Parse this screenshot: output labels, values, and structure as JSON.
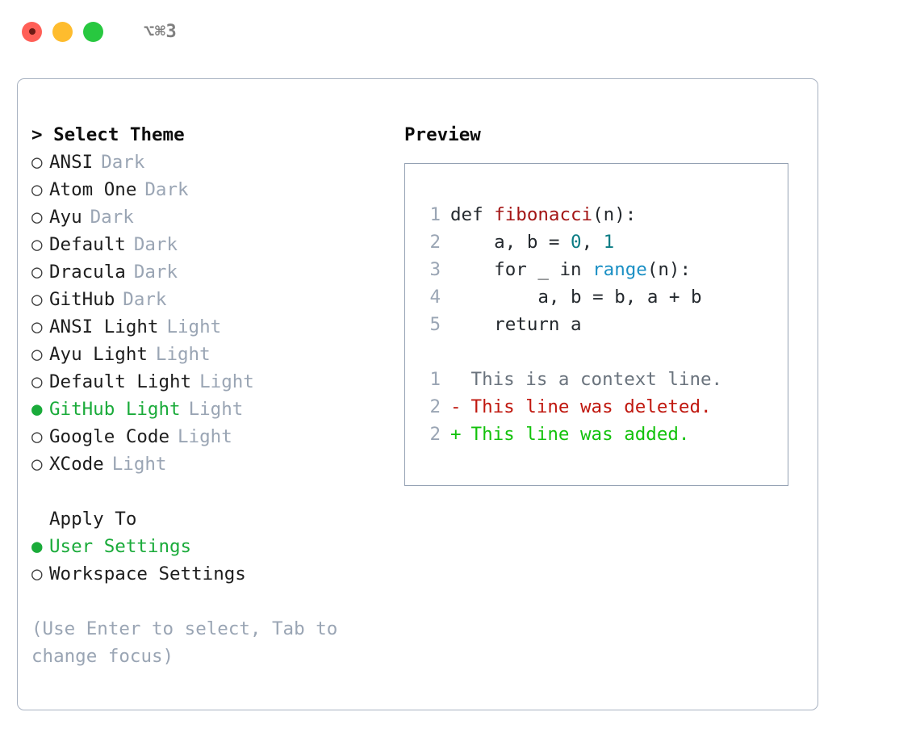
{
  "titlebar": {
    "shortcut": "⌥⌘3",
    "lights": [
      {
        "name": "close",
        "color": "#ff5f57"
      },
      {
        "name": "minimize",
        "color": "#febc2e"
      },
      {
        "name": "zoom",
        "color": "#28c840"
      }
    ]
  },
  "theme_list": {
    "header": "> Select Theme",
    "selected": "GitHub Light",
    "selected_marker": "●",
    "unselected_marker": "○",
    "items": [
      {
        "marker": "○",
        "name": "ANSI",
        "variant": "Dark",
        "selected": false
      },
      {
        "marker": "○",
        "name": "Atom One",
        "variant": "Dark",
        "selected": false
      },
      {
        "marker": "○",
        "name": "Ayu",
        "variant": "Dark",
        "selected": false
      },
      {
        "marker": "○",
        "name": "Default",
        "variant": "Dark",
        "selected": false
      },
      {
        "marker": "○",
        "name": "Dracula",
        "variant": "Dark",
        "selected": false
      },
      {
        "marker": "○",
        "name": "GitHub",
        "variant": "Dark",
        "selected": false
      },
      {
        "marker": "○",
        "name": "ANSI Light",
        "variant": "Light",
        "selected": false
      },
      {
        "marker": "○",
        "name": "Ayu Light",
        "variant": "Light",
        "selected": false
      },
      {
        "marker": "○",
        "name": "Default Light",
        "variant": "Light",
        "selected": false
      },
      {
        "marker": "●",
        "name": "GitHub Light",
        "variant": "Light",
        "selected": true
      },
      {
        "marker": "○",
        "name": "Google Code",
        "variant": "Light",
        "selected": false
      },
      {
        "marker": "○",
        "name": "XCode",
        "variant": "Light",
        "selected": false
      }
    ]
  },
  "apply_to": {
    "header": "Apply To",
    "selected": "User Settings",
    "items": [
      {
        "marker": "●",
        "label": "User Settings",
        "selected": true
      },
      {
        "marker": "○",
        "label": "Workspace Settings",
        "selected": false
      }
    ]
  },
  "hint": "(Use Enter to select, Tab to change focus)",
  "preview": {
    "header": "Preview",
    "code_lines": [
      {
        "no": "1",
        "tokens": [
          {
            "t": "def ",
            "c": "code-text"
          },
          {
            "t": "fibonacci",
            "c": "tok-fn"
          },
          {
            "t": "(n):",
            "c": "code-text"
          }
        ]
      },
      {
        "no": "2",
        "tokens": [
          {
            "t": "    a, b = ",
            "c": "code-text"
          },
          {
            "t": "0",
            "c": "tok-num"
          },
          {
            "t": ", ",
            "c": "code-text"
          },
          {
            "t": "1",
            "c": "tok-num"
          }
        ]
      },
      {
        "no": "3",
        "tokens": [
          {
            "t": "    for _ in ",
            "c": "code-text"
          },
          {
            "t": "range",
            "c": "tok-call"
          },
          {
            "t": "(n):",
            "c": "code-text"
          }
        ]
      },
      {
        "no": "4",
        "tokens": [
          {
            "t": "        a, b = b, a + b",
            "c": "code-text"
          }
        ]
      },
      {
        "no": "5",
        "tokens": [
          {
            "t": "    return a",
            "c": "code-text"
          }
        ]
      }
    ],
    "diff_lines": [
      {
        "no": "1",
        "sign": " ",
        "text": " This is a context line.",
        "kind": "diff-ctx"
      },
      {
        "no": "2",
        "sign": "-",
        "text": " This line was deleted.",
        "kind": "diff-del"
      },
      {
        "no": "2",
        "sign": "+",
        "text": " This line was added.",
        "kind": "diff-add"
      }
    ]
  },
  "colors": {
    "accent_green": "#1aab3a",
    "muted": "#9aa5b4",
    "border": "#a8b2c1",
    "diff_add": "#13c20c",
    "diff_del": "#c0180f",
    "code_fn": "#a31515",
    "code_num": "#0b7c84",
    "code_call": "#1a8fc4"
  }
}
